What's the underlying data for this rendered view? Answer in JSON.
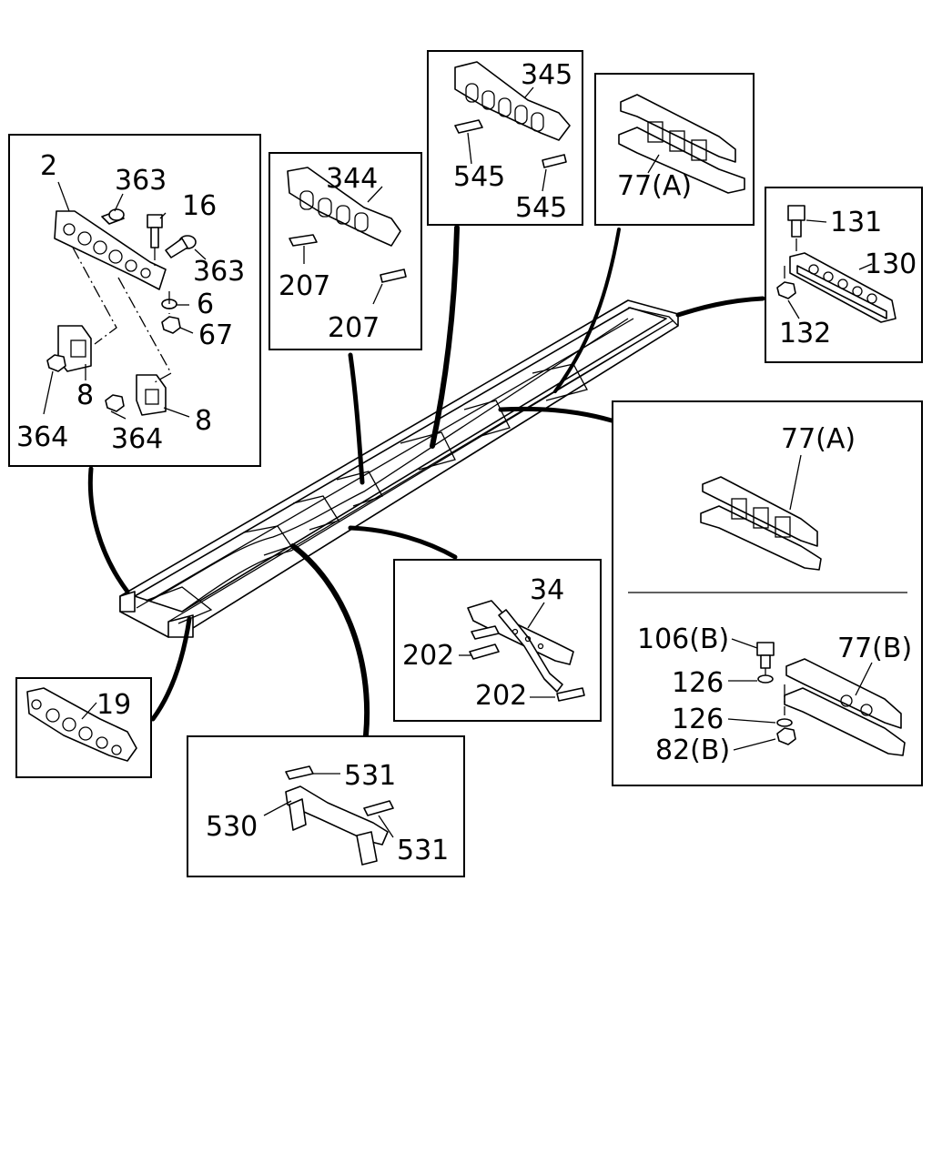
{
  "callouts": {
    "p2": "2",
    "p363a": "363",
    "p16": "16",
    "p363b": "363",
    "p6": "6",
    "p67": "67",
    "p8a": "8",
    "p8b": "8",
    "p364a": "364",
    "p364b": "364",
    "p344": "344",
    "p207a": "207",
    "p207b": "207",
    "p345": "345",
    "p545a": "545",
    "p545b": "545",
    "p77a_top": "77(A)",
    "p131": "131",
    "p130": "130",
    "p132": "132",
    "p77a_right": "77(A)",
    "p106b": "106(B)",
    "p77b": "77(B)",
    "p126a": "126",
    "p126b": "126",
    "p82b": "82(B)",
    "p34": "34",
    "p202a": "202",
    "p202b": "202",
    "p19": "19",
    "p531a": "531",
    "p530": "530",
    "p531b": "531"
  }
}
